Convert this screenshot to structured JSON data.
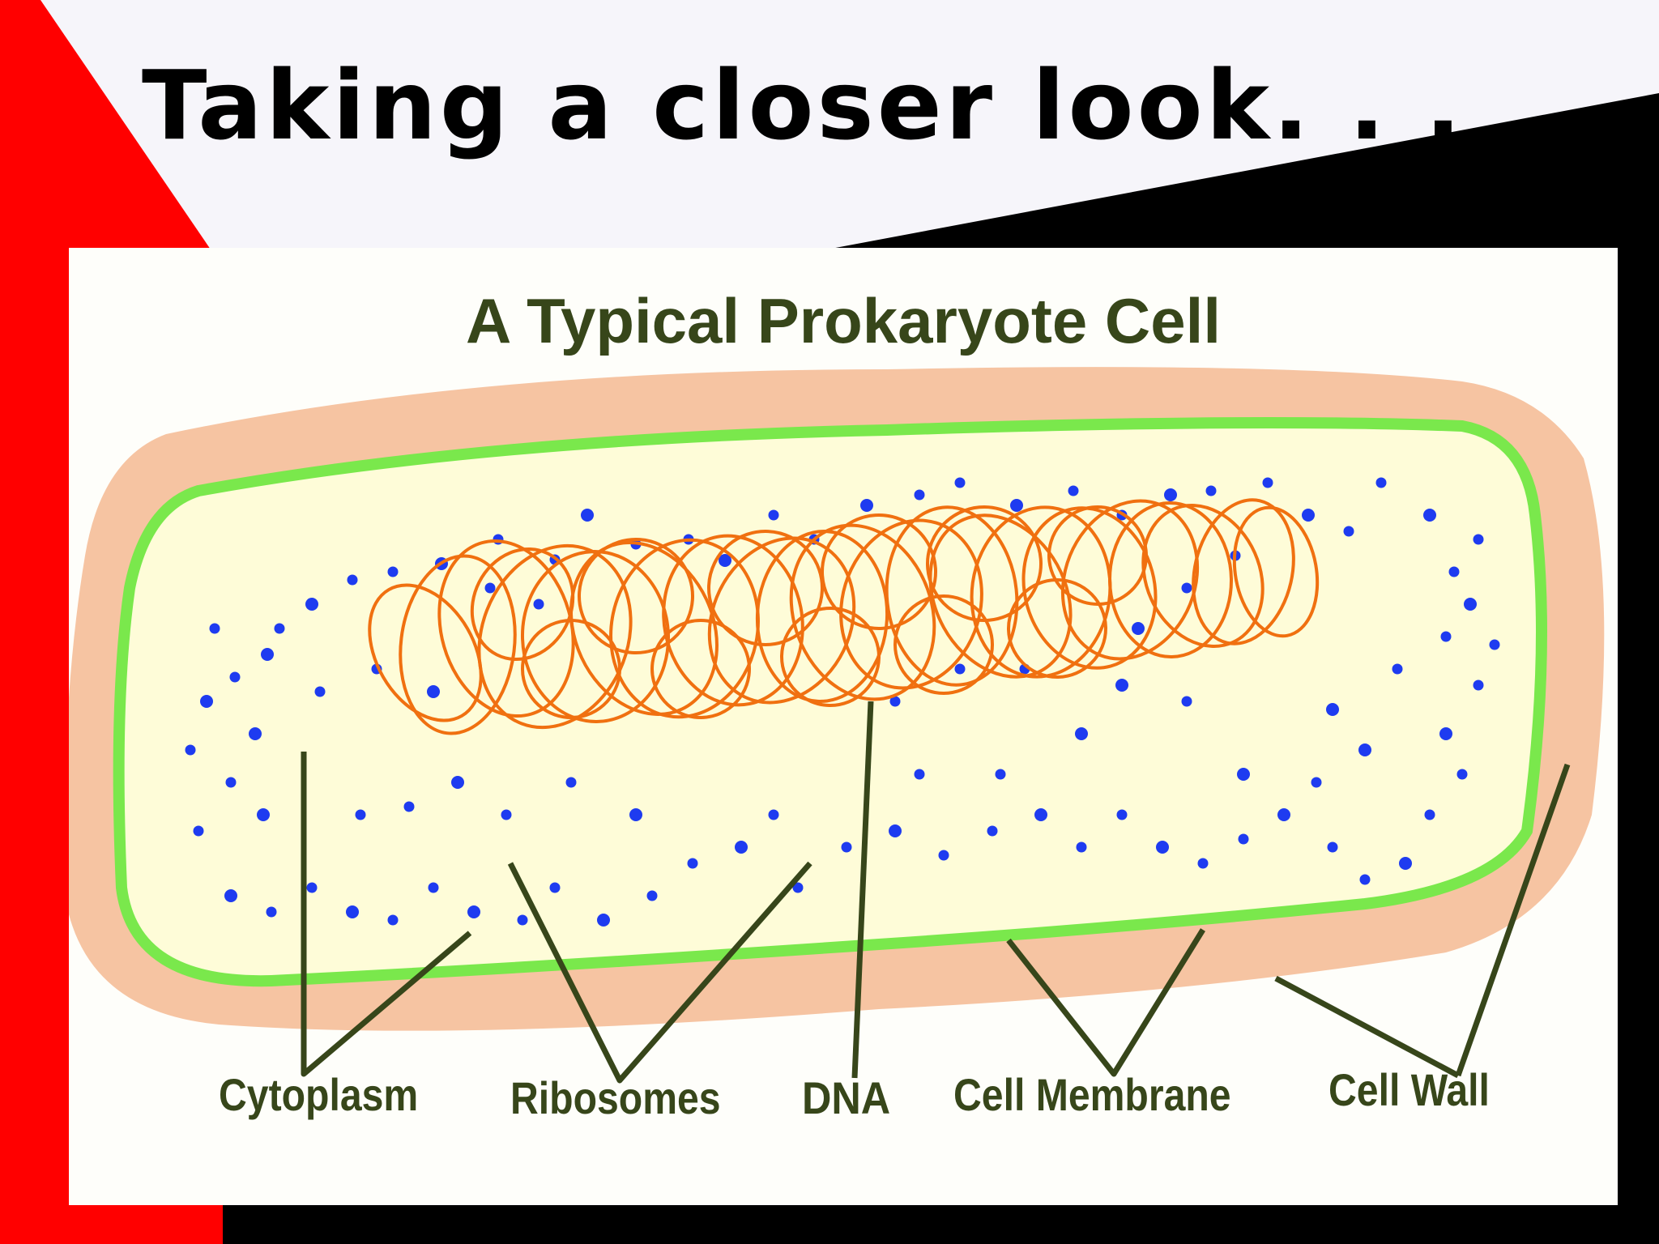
{
  "slide": {
    "title": "Taking a closer look. . ."
  },
  "diagram": {
    "title": "A Typical Prokaryote Cell",
    "labels": {
      "cytoplasm": "Cytoplasm",
      "ribosomes": "Ribosomes",
      "dna": "DNA",
      "cell_membrane": "Cell Membrane",
      "cell_wall": "Cell Wall"
    }
  },
  "colors": {
    "slide_background": "#f6f5fa",
    "accent_red": "#ff0000",
    "accent_black": "#000000",
    "panel_background": "#fefefa",
    "cell_wall": "#f6c4a2",
    "cell_membrane": "#7ae84c",
    "cytoplasm": "#fefcd8",
    "ribosome": "#1e3bf0",
    "dna": "#f07010",
    "label_text": "#37461a",
    "leader_line": "#37461a",
    "title_text": "#000000"
  }
}
